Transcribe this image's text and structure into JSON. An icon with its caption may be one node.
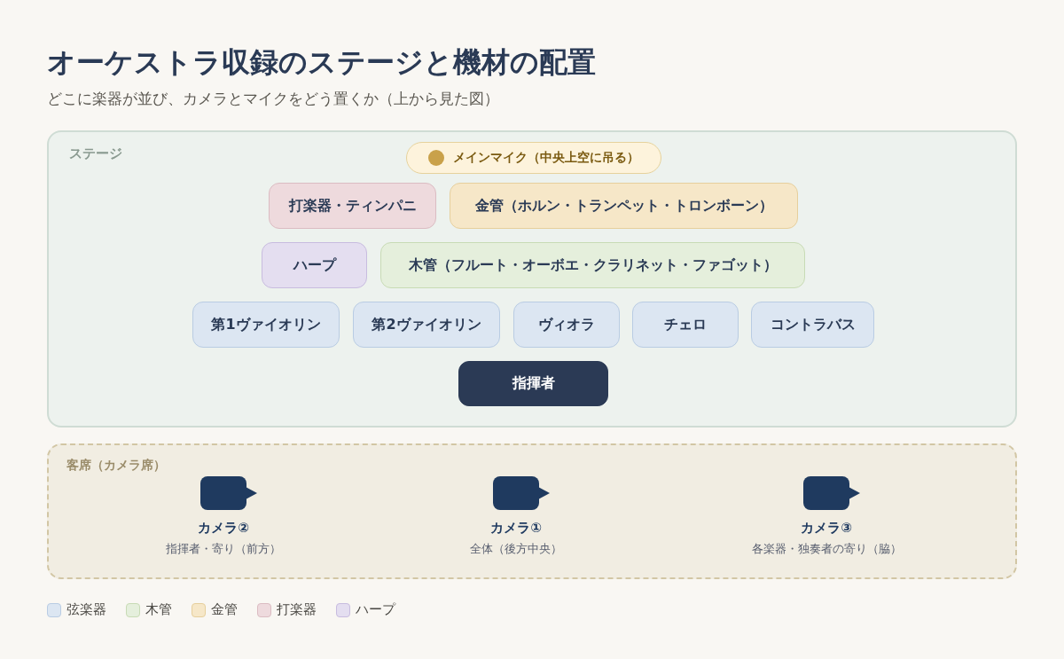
{
  "diagram": {
    "title": "オーケストラ収録のステージと機材の配置",
    "caption": "どこに楽器が並び、カメラとマイクをどう置くか（上から見た図）",
    "nodes": [
      {
        "text": [
          "ステージ"
        ]
      },
      {
        "text": [
          "メインマイク（中央上空に吊る）"
        ],
        "in": 0
      },
      {
        "text": [
          "打楽器・ティンパニ"
        ],
        "in": 0
      },
      {
        "text": [
          "金管（ホルン・トランペット・トロンボーン）"
        ],
        "in": 0
      },
      {
        "text": [
          "ハープ"
        ],
        "in": 0
      },
      {
        "text": [
          "木管（フルート・オーボエ・クラリネット・ファゴット）"
        ],
        "in": 0
      },
      {
        "text": [
          "第1ヴァイオリン"
        ],
        "in": 0
      },
      {
        "text": [
          "第2ヴァイオリン"
        ],
        "in": 0
      },
      {
        "text": [
          "ヴィオラ"
        ],
        "in": 0
      },
      {
        "text": [
          "チェロ"
        ],
        "in": 0
      },
      {
        "text": [
          "コントラバス"
        ],
        "in": 0
      },
      {
        "text": [
          "指揮者"
        ],
        "in": 0
      },
      {
        "text": [
          "客席（カメラ席）"
        ]
      },
      {
        "text": [
          "カメラ②",
          "指揮者・寄り（前方）"
        ],
        "in": 12
      },
      {
        "text": [
          "カメラ①",
          "全体（後方中央）"
        ],
        "in": 12
      },
      {
        "text": [
          "カメラ③",
          "各楽器・独奏者の寄り（脇）"
        ],
        "in": 12
      }
    ],
    "edges": [],
    "legend": [
      {
        "text": "弦楽器",
        "color": "#dce6f2"
      },
      {
        "text": "木管",
        "color": "#e5efdc"
      },
      {
        "text": "金管",
        "color": "#f6e7c8"
      },
      {
        "text": "打楽器",
        "color": "#eedadd"
      },
      {
        "text": "ハープ",
        "color": "#e4def0"
      }
    ]
  }
}
